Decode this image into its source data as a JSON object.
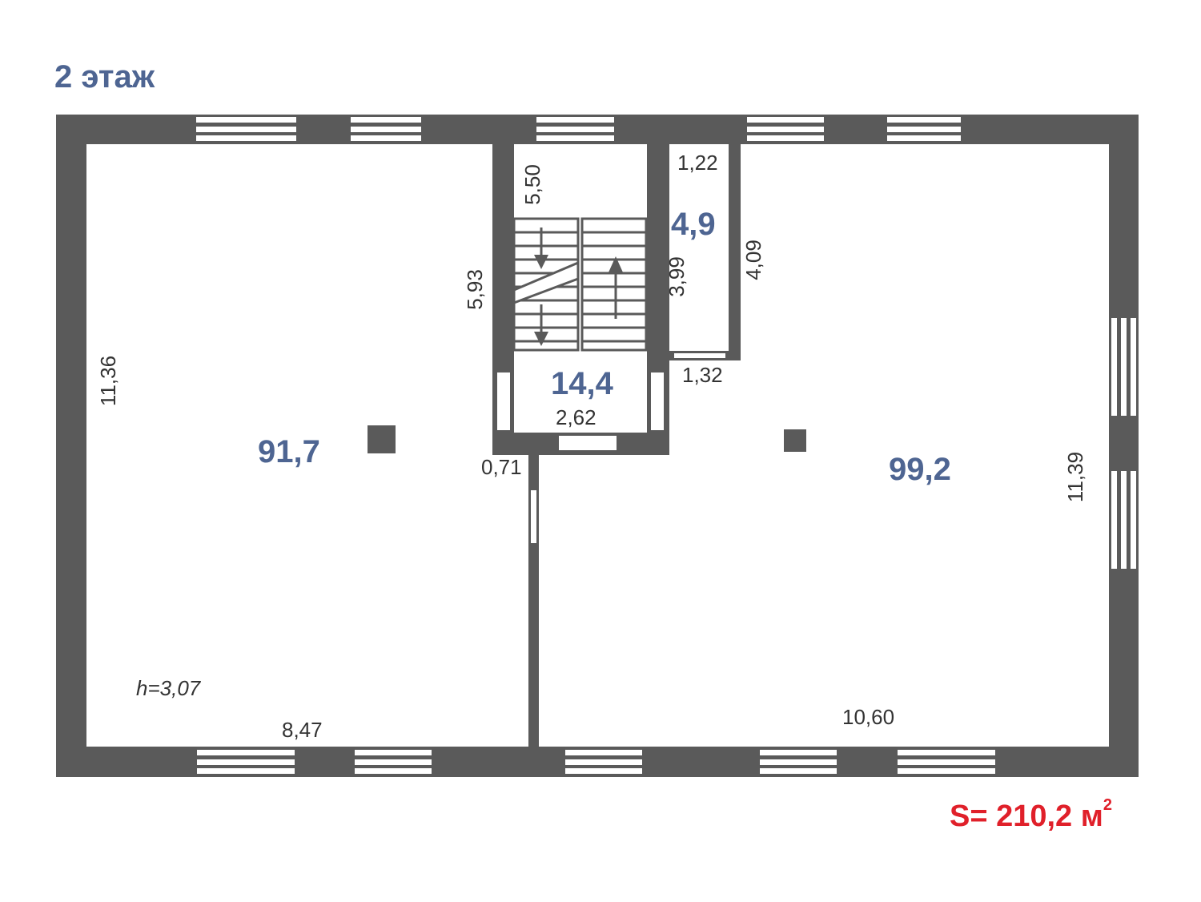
{
  "header": {
    "title": "2 этаж"
  },
  "rooms": [
    {
      "id": "left-hall",
      "area": "91,7",
      "width": "8,47",
      "height_dim": "11,36",
      "ceiling": "h=3,07"
    },
    {
      "id": "right-hall",
      "area": "99,2",
      "width": "10,60",
      "height_dim": "11,39"
    },
    {
      "id": "stairwell",
      "area": "14,4",
      "width": "2,62",
      "length": "5,50",
      "outer_length": "5,93"
    },
    {
      "id": "small-room",
      "area": "4,9",
      "width_top": "1,22",
      "width_bottom": "1,32",
      "length_inner": "3,99",
      "length_outer": "4,09"
    }
  ],
  "misc_dims": {
    "opening": "0,71"
  },
  "total": {
    "label": "S= 210,2 м",
    "sup": "2"
  },
  "colors": {
    "wall": "#5a5a5a",
    "area_text": "#4e6592",
    "total_text": "#e0202a",
    "dim_text": "#333333"
  }
}
